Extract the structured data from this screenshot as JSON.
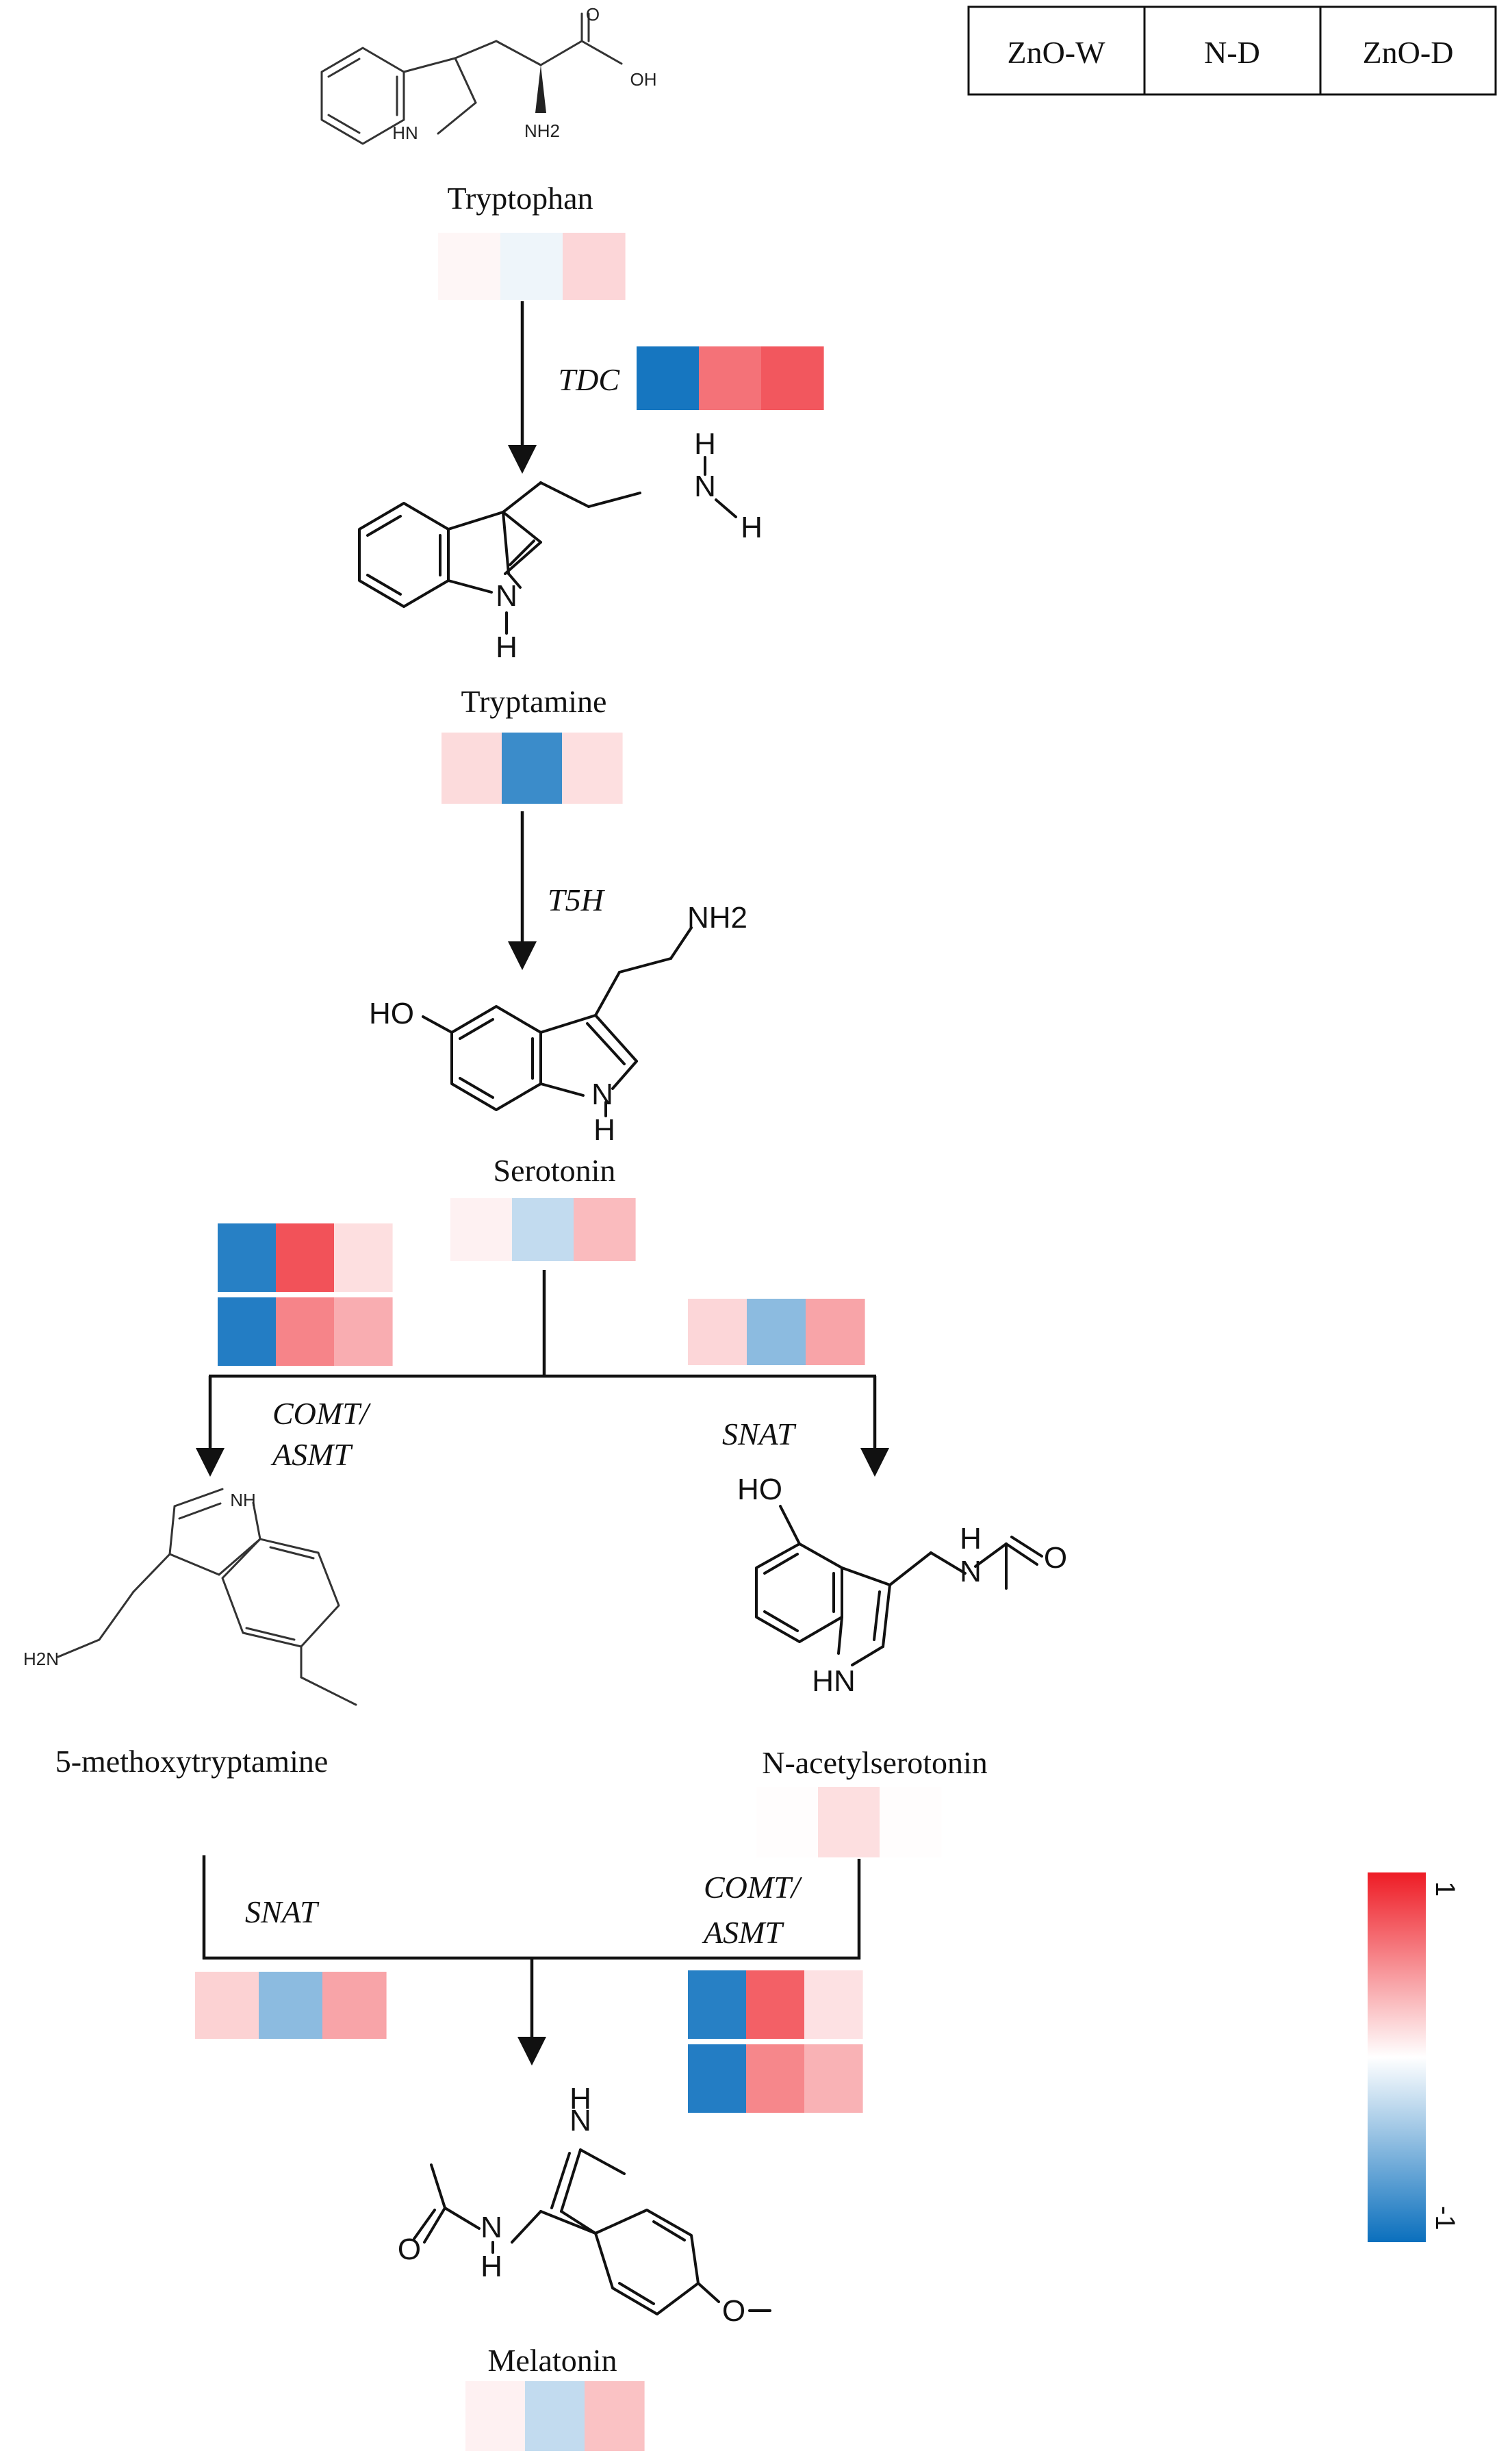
{
  "legend": {
    "conditions": [
      "ZnO-W",
      "N-D",
      "ZnO-D"
    ]
  },
  "compounds": {
    "tryptophan": "Tryptophan",
    "tryptamine": "Tryptamine",
    "serotonin": "Serotonin",
    "methoxytryptamine": "5-methoxytryptamine",
    "acetylserotonin": "N-acetylserotonin",
    "melatonin": "Melatonin"
  },
  "enzymes": {
    "tdc": "TDC",
    "t5h": "T5H",
    "comt_asmt_1_a": "COMT/",
    "comt_asmt_1_b": "ASMT",
    "snat_1": "SNAT",
    "snat_2": "SNAT",
    "comt_asmt_2_a": "COMT/",
    "comt_asmt_2_b": "ASMT"
  },
  "atoms": {
    "hn": "HN",
    "nh2_small": "NH2",
    "oh_small": "OH",
    "o_small": "O",
    "h": "H",
    "n": "N",
    "nh2": "NH2",
    "ho": "HO",
    "nh": "NH",
    "h2n_small": "H2N",
    "o": "O"
  },
  "scale": {
    "max_label": "1",
    "min_label": "-1",
    "max_value": 1,
    "min_value": -1,
    "color_high": "#ee1c25",
    "color_mid": "#ffffff",
    "color_low": "#0a6fbd"
  },
  "heatmaps": [
    {
      "id": "tryptophan",
      "rows": [
        [
          0.04,
          -0.07,
          0.18
        ]
      ]
    },
    {
      "id": "tdc",
      "rows": [
        [
          -0.95,
          0.62,
          0.74
        ]
      ]
    },
    {
      "id": "tryptamine",
      "rows": [
        [
          0.16,
          -0.8,
          0.14
        ]
      ]
    },
    {
      "id": "serotonin",
      "rows": [
        [
          0.06,
          -0.25,
          0.3
        ]
      ]
    },
    {
      "id": "comt_asmt_1",
      "rows": [
        [
          -0.88,
          0.76,
          0.14
        ],
        [
          -0.9,
          0.54,
          0.36
        ]
      ]
    },
    {
      "id": "snat_1",
      "rows": [
        [
          0.18,
          -0.47,
          0.4
        ]
      ]
    },
    {
      "id": "acetylserotonin",
      "rows": [
        [
          0.01,
          0.14,
          0.01
        ]
      ]
    },
    {
      "id": "snat_2",
      "rows": [
        [
          0.2,
          -0.47,
          0.4
        ]
      ]
    },
    {
      "id": "comt_asmt_2",
      "rows": [
        [
          -0.88,
          0.7,
          0.13
        ],
        [
          -0.9,
          0.53,
          0.34
        ]
      ]
    },
    {
      "id": "melatonin",
      "rows": [
        [
          0.06,
          -0.25,
          0.27
        ]
      ]
    }
  ]
}
